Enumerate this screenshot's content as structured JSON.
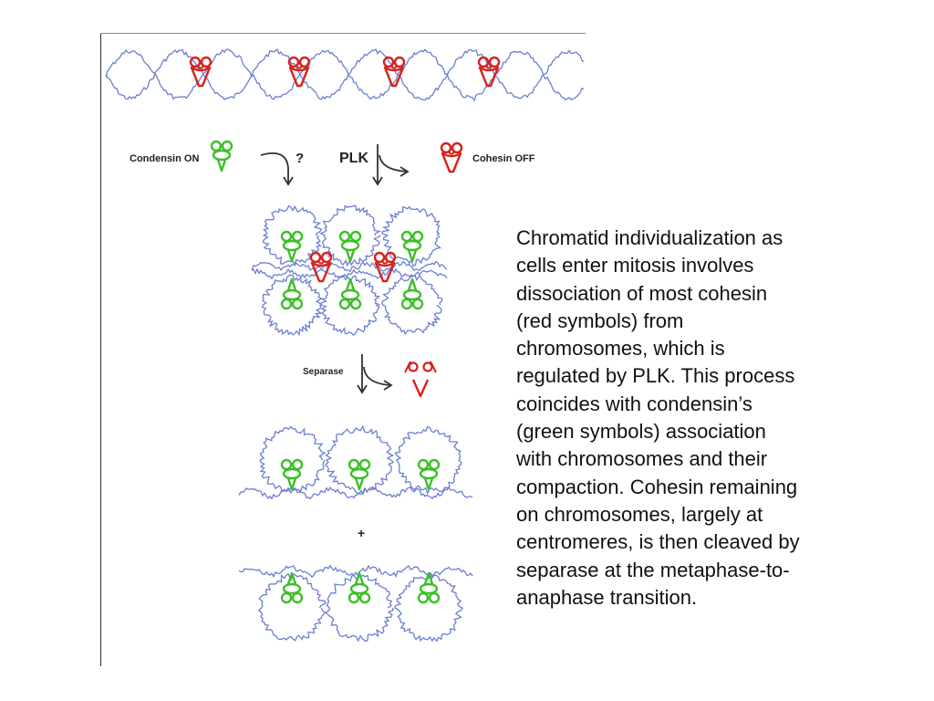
{
  "labels": {
    "condensin_on": "Condensin ON",
    "question": "?",
    "plk": "PLK",
    "cohesin_off": "Cohesin OFF",
    "separase": "Separase",
    "plus": "+"
  },
  "caption": "Chromatid individualization as\ncells enter mitosis involves\ndissociation of most cohesin\n(red symbols) from\nchromosomes, which is\nregulated by PLK. This process\ncoincides with condensin’s\n(green symbols) association\nwith chromosomes and their\ncompaction. Cohesin remaining\non chromosomes, largely at\ncentromeres, is then cleaved by\nseparase at the metaphase-to-\nanaphase transition.",
  "colors": {
    "chromatin": "#6b7fd1",
    "cohesin": "#d6231c",
    "condensin": "#3dbf28",
    "arrow": "#333333"
  }
}
